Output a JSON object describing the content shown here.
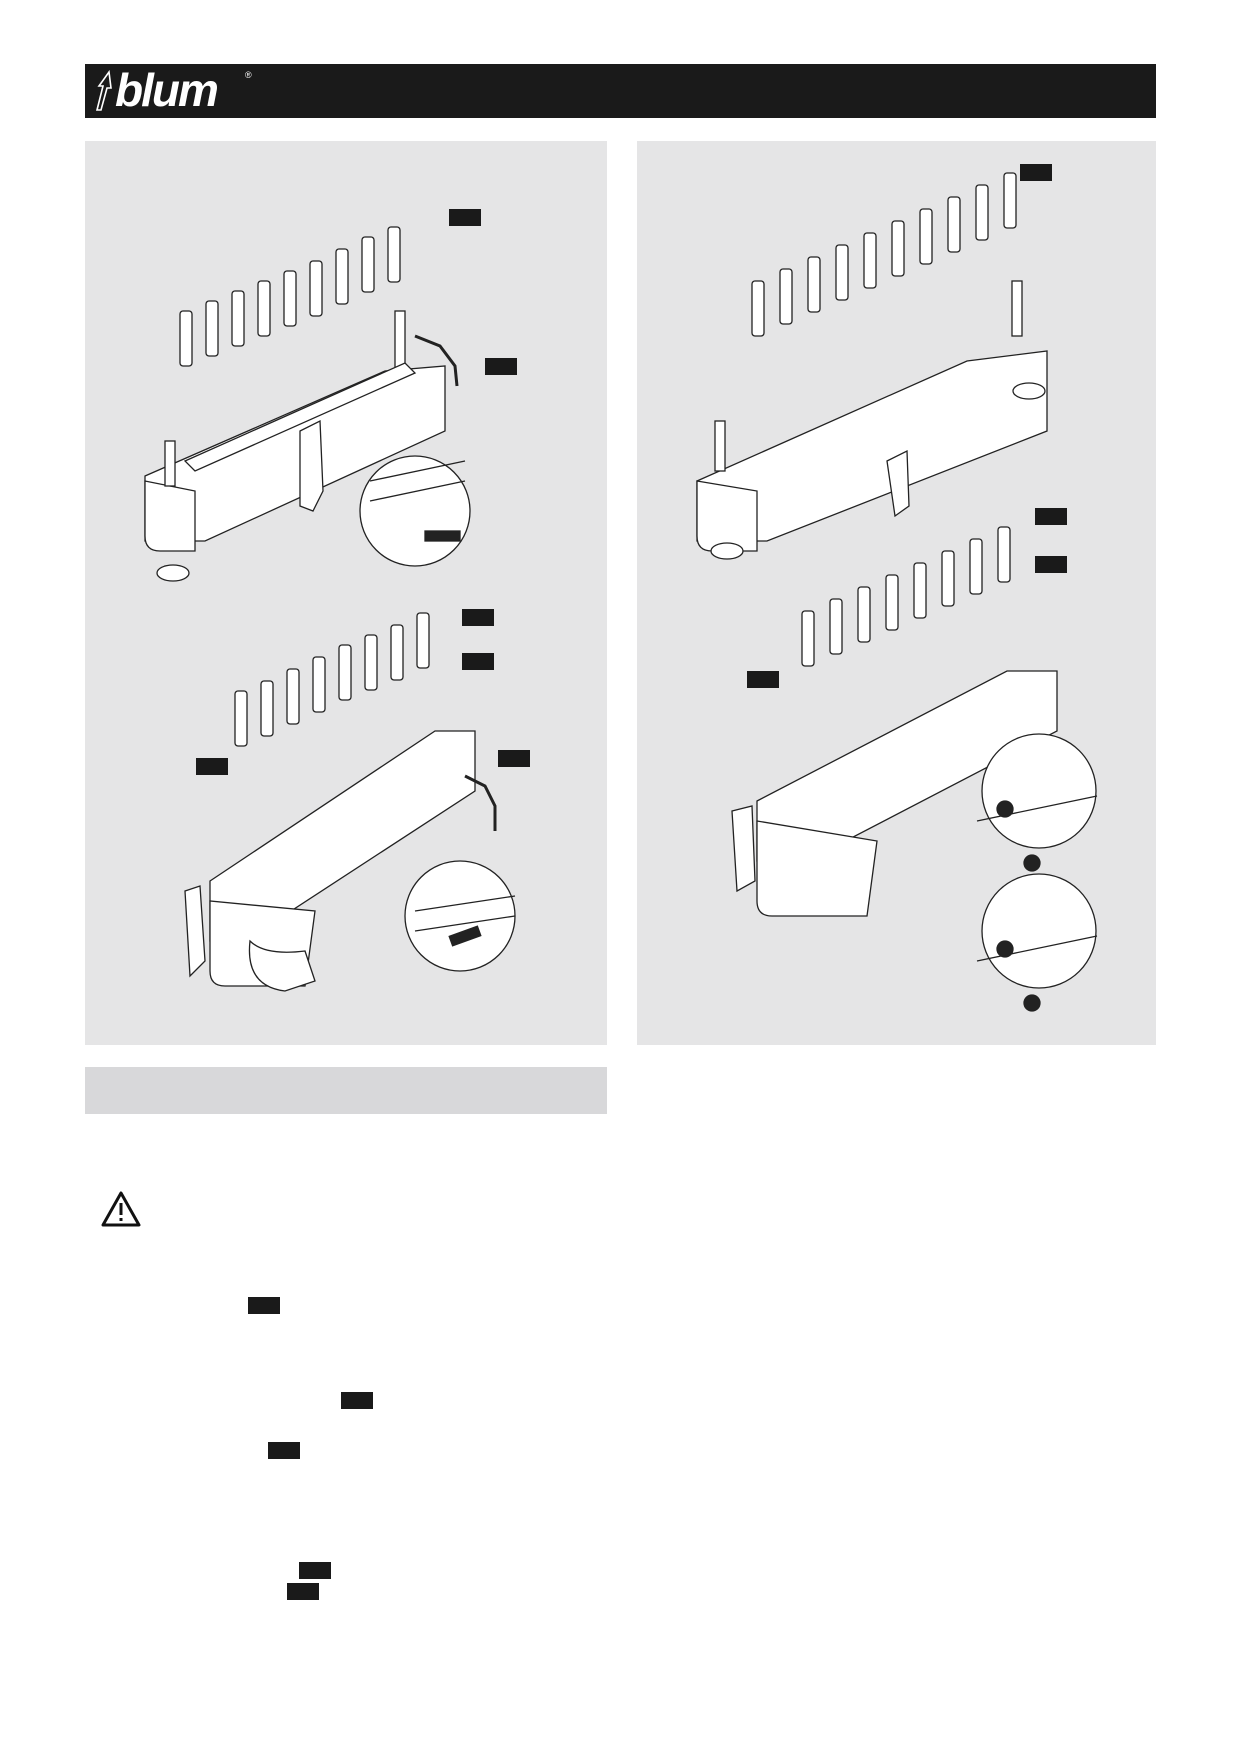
{
  "header": {
    "brand": "blum",
    "registered_mark": "®"
  },
  "icons": {
    "warning": "warning-triangle-icon",
    "brand_mark": "blum-arrow-icon"
  },
  "colors": {
    "header_bg": "#1a1a1a",
    "panel_bg": "#e5e5e6",
    "section_bar": "#d8d8da",
    "tag_bg": "#1a1a1a"
  },
  "figures": {
    "left_panel": [
      "drill-head-row-of-bits-top-view",
      "drill-head-row-of-bits-side-view",
      "allen-key-detail"
    ],
    "right_panel": [
      "drill-head-bits-mounted-view",
      "drill-head-bits-insert-view",
      "bit-insertion-detail-1",
      "bit-insertion-detail-2"
    ]
  }
}
